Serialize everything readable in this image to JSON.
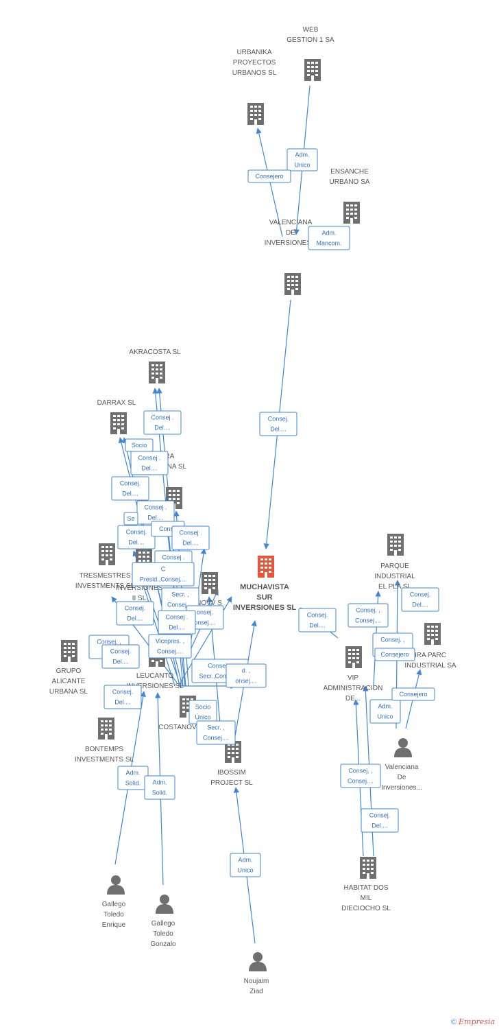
{
  "colors": {
    "company": "#6f6f6f",
    "main_company": "#e8563a",
    "person": "#6f6f6f",
    "edge": "#3f86d8"
  },
  "nodes": [
    {
      "id": "web",
      "type": "company",
      "lines": [
        "WEB",
        "GESTION 1 SA"
      ]
    },
    {
      "id": "urbanika",
      "type": "company",
      "lines": [
        "URBANIKA",
        "PROYECTOS",
        "URBANOS  SL"
      ]
    },
    {
      "id": "ensanche",
      "type": "company",
      "lines": [
        "ENSANCHE",
        "URBANO SA"
      ]
    },
    {
      "id": "valenciana_inv",
      "type": "company",
      "lines": [
        "VALENCIANA",
        "DE",
        "INVERSIONES..."
      ]
    },
    {
      "id": "akracosta",
      "type": "company",
      "lines": [
        "AKRACOSTA SL"
      ]
    },
    {
      "id": "darrax",
      "type": "company",
      "lines": [
        "DARRAX SL"
      ]
    },
    {
      "id": "akra_urbana",
      "type": "company",
      "lines": [
        "KRA",
        "URBANA SL"
      ]
    },
    {
      "id": "tresmestres",
      "type": "company",
      "lines": [
        "TRESMESTRES",
        "INVESTMENTS SL"
      ]
    },
    {
      "id": "le_inversiones",
      "type": "company",
      "lines": [
        "LE",
        "INVERSIONES",
        "II SL"
      ]
    },
    {
      "id": "novv",
      "type": "company",
      "lines": [
        "NOVV S"
      ]
    },
    {
      "id": "muchavista",
      "type": "main",
      "lines": [
        "MUCHAVISTA",
        "SUR",
        "INVERSIONES SL"
      ]
    },
    {
      "id": "parque",
      "type": "company",
      "lines": [
        "PARQUE",
        "INDUSTRIAL",
        "EL PLA SL"
      ]
    },
    {
      "id": "parc_industrial",
      "type": "company",
      "lines": [
        "IRA PARC",
        "INDUSTRIAL SA"
      ]
    },
    {
      "id": "grupo_alicante",
      "type": "company",
      "lines": [
        "GRUPO",
        "ALICANTE",
        "URBANA SL"
      ]
    },
    {
      "id": "leucanto",
      "type": "company",
      "lines": [
        "LEUCANTO",
        "INVERSIONES SL"
      ]
    },
    {
      "id": "costanov",
      "type": "company",
      "lines": [
        "COSTANOV"
      ]
    },
    {
      "id": "vip",
      "type": "company",
      "lines": [
        "VIP",
        "ADMINISTRACION",
        "DE..."
      ]
    },
    {
      "id": "bontemps",
      "type": "company",
      "lines": [
        "BONTEMPS",
        "INVESTMENTS SL"
      ]
    },
    {
      "id": "ibossim",
      "type": "company",
      "lines": [
        "IBOSSIM",
        "PROJECT  SL"
      ]
    },
    {
      "id": "valenciana_person",
      "type": "person",
      "lines": [
        "Valenciana",
        "De",
        "Inversiones..."
      ]
    },
    {
      "id": "habitat",
      "type": "company",
      "lines": [
        "HABITAT DOS",
        "MIL",
        "DIECIOCHO SL"
      ]
    },
    {
      "id": "gallego_enrique",
      "type": "person",
      "lines": [
        "Gallego",
        "Toledo",
        "Enrique"
      ]
    },
    {
      "id": "gallego_gonzalo",
      "type": "person",
      "lines": [
        "Gallego",
        "Toledo",
        "Gonzalo"
      ]
    },
    {
      "id": "noujaim",
      "type": "person",
      "lines": [
        "Noujaim",
        "Ziad"
      ]
    }
  ],
  "relations": [
    {
      "lines": [
        "Adm.",
        "Unico"
      ]
    },
    {
      "lines": [
        "Consejero"
      ]
    },
    {
      "lines": [
        "Adm.",
        "Mancom."
      ]
    },
    {
      "lines": [
        "Consej.",
        "Del...."
      ]
    },
    {
      "lines": [
        "Consej .",
        "Del...."
      ]
    },
    {
      "lines": [
        "Socio"
      ]
    },
    {
      "lines": [
        "Consej .",
        "Del...."
      ]
    },
    {
      "lines": [
        "Consej.",
        "Del...."
      ]
    },
    {
      "lines": [
        "Consej .",
        "Del...."
      ]
    },
    {
      "lines": [
        "Se"
      ]
    },
    {
      "lines": [
        "Consej.",
        "Del...."
      ]
    },
    {
      "lines": [
        "Conse"
      ]
    },
    {
      "lines": [
        "Consej .",
        "Del...."
      ]
    },
    {
      "lines": [
        "Consej .",
        "Del...."
      ]
    },
    {
      "lines": [
        "C",
        "Presid.,Consej...."
      ]
    },
    {
      "lines": [
        "Secr. ,",
        "Consej...."
      ]
    },
    {
      "lines": [
        "Consej.",
        "Del...."
      ]
    },
    {
      "lines": [
        "onsej.",
        "onsej...."
      ]
    },
    {
      "lines": [
        "Consej .",
        "Del...."
      ]
    },
    {
      "lines": [
        "Consej.",
        "Del...."
      ]
    },
    {
      "lines": [
        "Consej. ,",
        "Consej...."
      ]
    },
    {
      "lines": [
        "Consej.",
        "Del...."
      ]
    },
    {
      "lines": [
        "Consej. ,",
        "S"
      ]
    },
    {
      "lines": [
        "Consej.",
        "Del...."
      ]
    },
    {
      "lines": [
        "Vicepres. ,",
        "Consej...."
      ]
    },
    {
      "lines": [
        "Consej. ,",
        "Secr.,Consej...."
      ]
    },
    {
      "lines": [
        "d. ,",
        "onsej...."
      ]
    },
    {
      "lines": [
        "Consej. ,",
        ""
      ]
    },
    {
      "lines": [
        "Consejero"
      ]
    },
    {
      "lines": [
        "Consej.",
        "Del...."
      ]
    },
    {
      "lines": [
        "Socio",
        "Único"
      ]
    },
    {
      "lines": [
        "Secr. ,",
        "Consej...."
      ]
    },
    {
      "lines": [
        "Adm.",
        "Unico"
      ]
    },
    {
      "lines": [
        "Consejero"
      ]
    },
    {
      "lines": [
        "Adm.",
        "Solid."
      ]
    },
    {
      "lines": [
        "Adm.",
        "Solid."
      ]
    },
    {
      "lines": [
        "Consej. ,",
        "Consej...."
      ]
    },
    {
      "lines": [
        "Consej.",
        "Del...."
      ]
    },
    {
      "lines": [
        "Adm.",
        "Unico"
      ]
    }
  ],
  "footer": {
    "copyright": "©",
    "brand": "Empresia"
  }
}
